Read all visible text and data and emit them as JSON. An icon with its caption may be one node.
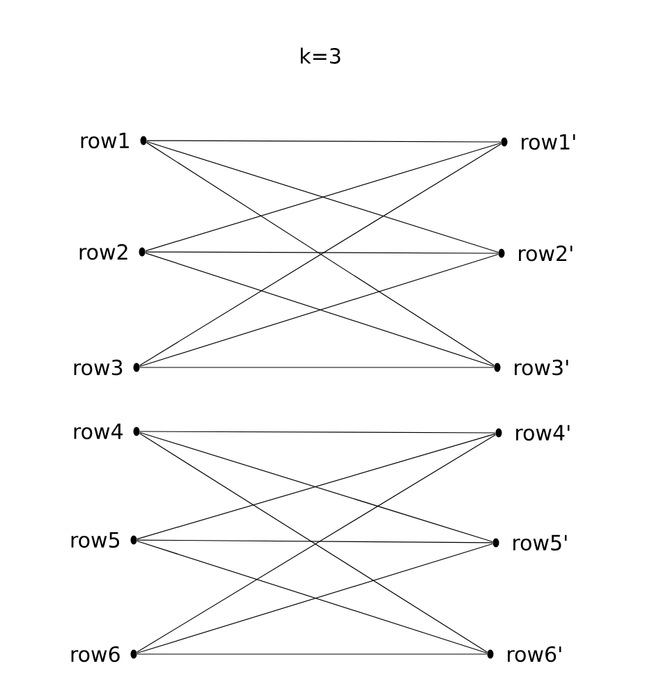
{
  "diagram": {
    "title": "k=3",
    "nodes": [
      {
        "text": [],
        "shape": "circle",
        "beside": [
          "row1"
        ]
      },
      {
        "text": [],
        "shape": "circle",
        "beside": [
          "row2"
        ]
      },
      {
        "text": [],
        "shape": "circle",
        "beside": [
          "row3"
        ]
      },
      {
        "text": [],
        "shape": "circle",
        "beside": [
          "row4"
        ]
      },
      {
        "text": [],
        "shape": "circle",
        "beside": [
          "row5"
        ]
      },
      {
        "text": [],
        "shape": "circle",
        "beside": [
          "row6"
        ]
      },
      {
        "text": [],
        "shape": "circle",
        "beside": [
          "row1'"
        ]
      },
      {
        "text": [],
        "shape": "circle",
        "beside": [
          "row2'"
        ]
      },
      {
        "text": [],
        "shape": "circle",
        "beside": [
          "row3'"
        ]
      },
      {
        "text": [],
        "shape": "circle",
        "beside": [
          "row4'"
        ]
      },
      {
        "text": [],
        "shape": "circle",
        "beside": [
          "row5'"
        ]
      },
      {
        "text": [],
        "shape": "circle",
        "beside": [
          "row6'"
        ]
      }
    ],
    "edges": [
      {
        "from": 0,
        "to": 6,
        "arrow": "none"
      },
      {
        "from": 0,
        "to": 7,
        "arrow": "none"
      },
      {
        "from": 0,
        "to": 8,
        "arrow": "none"
      },
      {
        "from": 1,
        "to": 6,
        "arrow": "none"
      },
      {
        "from": 1,
        "to": 7,
        "arrow": "none"
      },
      {
        "from": 1,
        "to": 8,
        "arrow": "none"
      },
      {
        "from": 2,
        "to": 6,
        "arrow": "none"
      },
      {
        "from": 2,
        "to": 7,
        "arrow": "none"
      },
      {
        "from": 2,
        "to": 8,
        "arrow": "none"
      },
      {
        "from": 3,
        "to": 9,
        "arrow": "none"
      },
      {
        "from": 3,
        "to": 10,
        "arrow": "none"
      },
      {
        "from": 3,
        "to": 11,
        "arrow": "none"
      },
      {
        "from": 4,
        "to": 9,
        "arrow": "none"
      },
      {
        "from": 4,
        "to": 10,
        "arrow": "none"
      },
      {
        "from": 4,
        "to": 11,
        "arrow": "none"
      },
      {
        "from": 5,
        "to": 9,
        "arrow": "none"
      },
      {
        "from": 5,
        "to": 10,
        "arrow": "none"
      },
      {
        "from": 5,
        "to": 11,
        "arrow": "none"
      }
    ]
  }
}
